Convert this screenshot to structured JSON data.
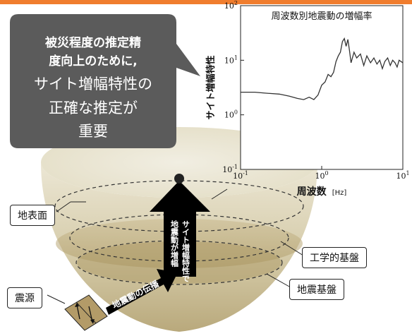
{
  "bubble": {
    "line1": "被災程度の推定精",
    "line2": "度向上のために,",
    "line3": "サイト増幅特性の",
    "line4": "正確な推定が",
    "line5": "重要"
  },
  "labels": {
    "surface": "地表面",
    "engineering_base": "工学的基盤",
    "seismic_base": "地震基盤",
    "source": "震源",
    "propagation": "地震動の伝播",
    "amplify_line1": "サイト増幅特性で",
    "amplify_line2": "地震動が増幅"
  },
  "chart": {
    "title": "周波数別地震動の増幅率",
    "ylabel": "サイト増幅特性",
    "xlabel": "周波数",
    "xunit": "[Hz]",
    "xticks": [
      {
        "base": "10",
        "exp": "-1"
      },
      {
        "base": "10",
        "exp": "0"
      },
      {
        "base": "10",
        "exp": "1"
      }
    ],
    "yticks": [
      {
        "base": "10",
        "exp": "-1"
      },
      {
        "base": "10",
        "exp": "0"
      },
      {
        "base": "10",
        "exp": "1"
      },
      {
        "base": "10",
        "exp": "2"
      }
    ]
  },
  "colors": {
    "top_bar": "#f07d2e",
    "bubble": "#5b5b5b",
    "arrow": "#000000",
    "line": "#333333"
  },
  "chart_data": {
    "type": "line",
    "xscale": "log",
    "yscale": "log",
    "xlim": [
      0.1,
      10
    ],
    "ylim": [
      0.1,
      100
    ],
    "grid": false,
    "series": [
      {
        "x": [
          0.1,
          0.15,
          0.2,
          0.3,
          0.4,
          0.5,
          0.6,
          0.7,
          0.8,
          0.9,
          1.0,
          1.1,
          1.2,
          1.3,
          1.4,
          1.5,
          1.6,
          1.7,
          1.8,
          1.9,
          2.0,
          2.1,
          2.2,
          2.3,
          2.5,
          2.7,
          3.0,
          3.3,
          3.6,
          4.0,
          4.4,
          4.8,
          5.2,
          5.6,
          6.0,
          6.5,
          7.0,
          7.5,
          8.0,
          8.5,
          9.0,
          10.0
        ],
        "values": [
          2.6,
          2.6,
          2.5,
          2.4,
          2.2,
          2.0,
          1.9,
          2.1,
          1.9,
          2.3,
          3.5,
          4.0,
          5.5,
          5.0,
          6.0,
          9.5,
          12.0,
          14.0,
          22.0,
          25.0,
          18.0,
          24.0,
          15.0,
          9.0,
          14.0,
          11.0,
          13.0,
          8.0,
          12.0,
          9.0,
          11.0,
          8.5,
          10.0,
          7.0,
          9.5,
          11.0,
          8.0,
          10.0,
          9.0,
          7.5,
          10.0,
          9.0
        ]
      }
    ]
  }
}
